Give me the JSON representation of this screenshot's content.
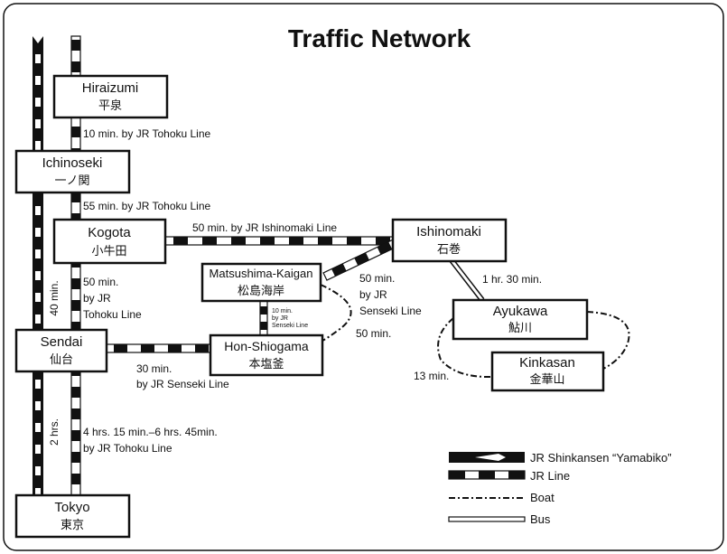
{
  "title": "Traffic Network",
  "stations": {
    "hiraizumi": {
      "en": "Hiraizumi",
      "jp": "平泉"
    },
    "ichinoseki": {
      "en": "Ichinoseki",
      "jp": "一ノ関"
    },
    "kogota": {
      "en": "Kogota",
      "jp": "小牛田"
    },
    "ishinomaki": {
      "en": "Ishinomaki",
      "jp": "石巻"
    },
    "matsushima": {
      "en": "Matsushima-Kaigan",
      "jp": "松島海岸"
    },
    "sendai": {
      "en": "Sendai",
      "jp": "仙台"
    },
    "honshiogama": {
      "en": "Hon-Shiogama",
      "jp": "本塩釜"
    },
    "ayukawa": {
      "en": "Ayukawa",
      "jp": "鮎川"
    },
    "kinkasan": {
      "en": "Kinkasan",
      "jp": "金華山"
    },
    "tokyo": {
      "en": "Tokyo",
      "jp": "東京"
    }
  },
  "routes": {
    "hiraizumi_ichinoseki": "10 min. by JR Tohoku Line",
    "ichinoseki_kogota": "55 min. by JR Tohoku Line",
    "kogota_ishinomaki": "50 min. by JR Ishinomaki Line",
    "kogota_sendai": [
      "50 min.",
      "by JR",
      "Tohoku Line"
    ],
    "matsushima_ishinomaki": [
      "50 min.",
      "by JR",
      "Senseki Line"
    ],
    "ishinomaki_ayukawa": "1 hr. 30 min.",
    "matsushima_honshiogama": [
      "10 min.",
      "by JR",
      "Senseki Line"
    ],
    "honshiogama_boat": "50 min.",
    "sendai_honshiogama": [
      "30 min.",
      "by JR Senseki Line"
    ],
    "ayukawa_kinkasan": "13 min.",
    "sendai_tokyo": [
      "4 hrs. 15 min.–6 hrs. 45min.",
      "by JR Tohoku Line"
    ],
    "shinkansen_upper": "40 min.",
    "shinkansen_lower": "2 hrs."
  },
  "legend": {
    "shinkansen": "JR Shinkansen “Yamabiko”",
    "jr_line": "JR Line",
    "boat": "Boat",
    "bus": "Bus"
  },
  "colors": {
    "ink": "#111111",
    "paper": "#ffffff"
  }
}
